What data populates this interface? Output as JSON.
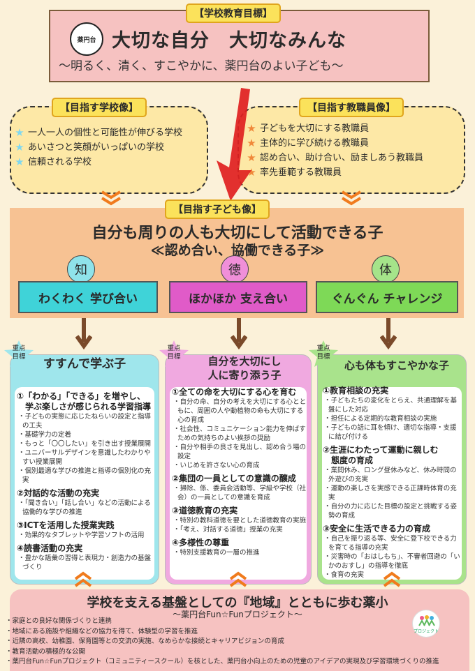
{
  "school_goal": {
    "tag": "【学校教育目標】",
    "title": "大切な自分　大切なみんな",
    "subtitle": "～明るく、清く、すこやかに、薬円台のよい子ども～",
    "emblem_text": "薬円台"
  },
  "school_image": {
    "tag": "【目指す学校像】",
    "items": [
      "一人一人の個性と可能性が伸びる学校",
      "あいさつと笑顔がいっぱいの学校",
      "信頼される学校"
    ]
  },
  "staff_image": {
    "tag": "【目指す教職員像】",
    "items": [
      "子どもを大切にする教職員",
      "主体的に学び続ける教職員",
      "認め合い、助け合い、励ましあう教職員",
      "率先垂範する教職員"
    ]
  },
  "child_image": {
    "tag": "【目指す子ども像】",
    "main": "自分も周りの人も大切にして活動できる子",
    "sub": "≪認め合い、協働できる子≫"
  },
  "pillars": [
    {
      "kanji": "知",
      "label": "わくわく 学び合い"
    },
    {
      "kanji": "徳",
      "label": "ほかほか 支え合い"
    },
    {
      "kanji": "体",
      "label": "ぐんぐん チャレンジ"
    }
  ],
  "focus_label": [
    "重点",
    "目標"
  ],
  "panels": {
    "left": {
      "title": "すすんで学ぶ子",
      "h1": "①「わかる」「できる」を増やし、",
      "h1b": "学ぶ楽しさが感じられる学習指導",
      "b1": [
        "・子どもの実態に応じたねらいの設定と指導の工夫",
        "・基礎学力の定着",
        "・もっと「〇〇したい」を引き出す授業展開",
        "・ユニバーサルデザインを意識したわかりやすい授業展開",
        "・個別最適な学びの推進と指導の個別化の充実"
      ],
      "h2": "②対話的な活動の充実",
      "b2": [
        "・「聞き合い」「話し合い」などの活動による協働的な学びの推進"
      ],
      "h3": "③ICTを活用した授業実践",
      "b3": [
        "・効果的なタブレットや学習ソフトの活用"
      ],
      "h4": "④読書活動の充実",
      "b4": [
        "・豊かな語彙の習得と表現力・創造力の基盤づくり"
      ]
    },
    "middle": {
      "title1": "自分を大切にし",
      "title2": "人に寄り添う子",
      "h1": "①全ての命を大切にする心を育む",
      "b1": [
        "・自分の命、自分の考えを大切にする心とともに、周囲の人や動植物の命も大切にする心の育成",
        "・社会性、コミュニケーション能力を伸ばすための気持ちのよい挨拶の奨励",
        "・自分や相手の良さを見出し、認め合う場の設定",
        "・いじめを許さない心の育成"
      ],
      "h2": "②集団の一員としての意識の醸成",
      "b2": [
        "・掃除、係、委員会活動等、学級や学校（社会）の一員としての意識を育成"
      ],
      "h3": "③道徳教育の充実",
      "b3": [
        "・特別の教科道徳を要とした道徳教育の実施",
        "・「考え、対話する道徳」授業の充実"
      ],
      "h4": "④多様性の尊重",
      "b4": [
        "・特別支援教育の一層の推進"
      ]
    },
    "right": {
      "title": "心も体もすこやかな子",
      "h1": "①教育相談の充実",
      "b1": [
        "・子どもたちの変化をとらえ、共通理解を基盤にした対応",
        "・担任による定期的な教育相談の実施",
        "・子どもの話に耳を傾け、適切な指導・支援に結び付ける"
      ],
      "h2": "②生涯にわたって運動に親しむ",
      "h2b": "態度の育成",
      "b2": [
        "・業間休み、ロング昼休みなど、休み時間の外遊びの充実",
        "・運動の楽しさを実感できる正課時体育の充実",
        "・自分の力に応じた目標の設定と挑戦する姿勢の育成"
      ],
      "h3": "③安全に生活できる力の育成",
      "b3": [
        "・自己を振り返る等、安全に登下校できる力を育てる指導の充実",
        "・災害時の「おはしもち」、不審者回避の「いかのおすし」の指導を徹底",
        "・食育の充実"
      ]
    }
  },
  "base": {
    "title": "学校を支える基盤としての『地域』とともに歩む薬小",
    "subtitle": "～薬円台Fun☆Funプロジェクト～",
    "items": [
      "・家庭との良好な関係づくりと連携",
      "・地域にある施設や組織などの協力を得て、体験型の学習を推進",
      "・近隣の高校、幼稚園、保育園等との交流の実施、なめらかな接続とキャリアビジョンの育成",
      "・教育活動の積極的な公開",
      "・薬円台Fun☆Funプロジェクト（コミュニティースクール）を核とした、薬円台小向上のための児童のアイデアの実現及び学習環境づくりの推進"
    ],
    "logo_text": "プロジェクト"
  },
  "colors": {
    "pink": "#f6c2c1",
    "cream": "#fde8a6",
    "orange": "#f7c293",
    "cyan": "#3fd3d8",
    "magenta": "#e05bc8",
    "green": "#7ed957"
  }
}
